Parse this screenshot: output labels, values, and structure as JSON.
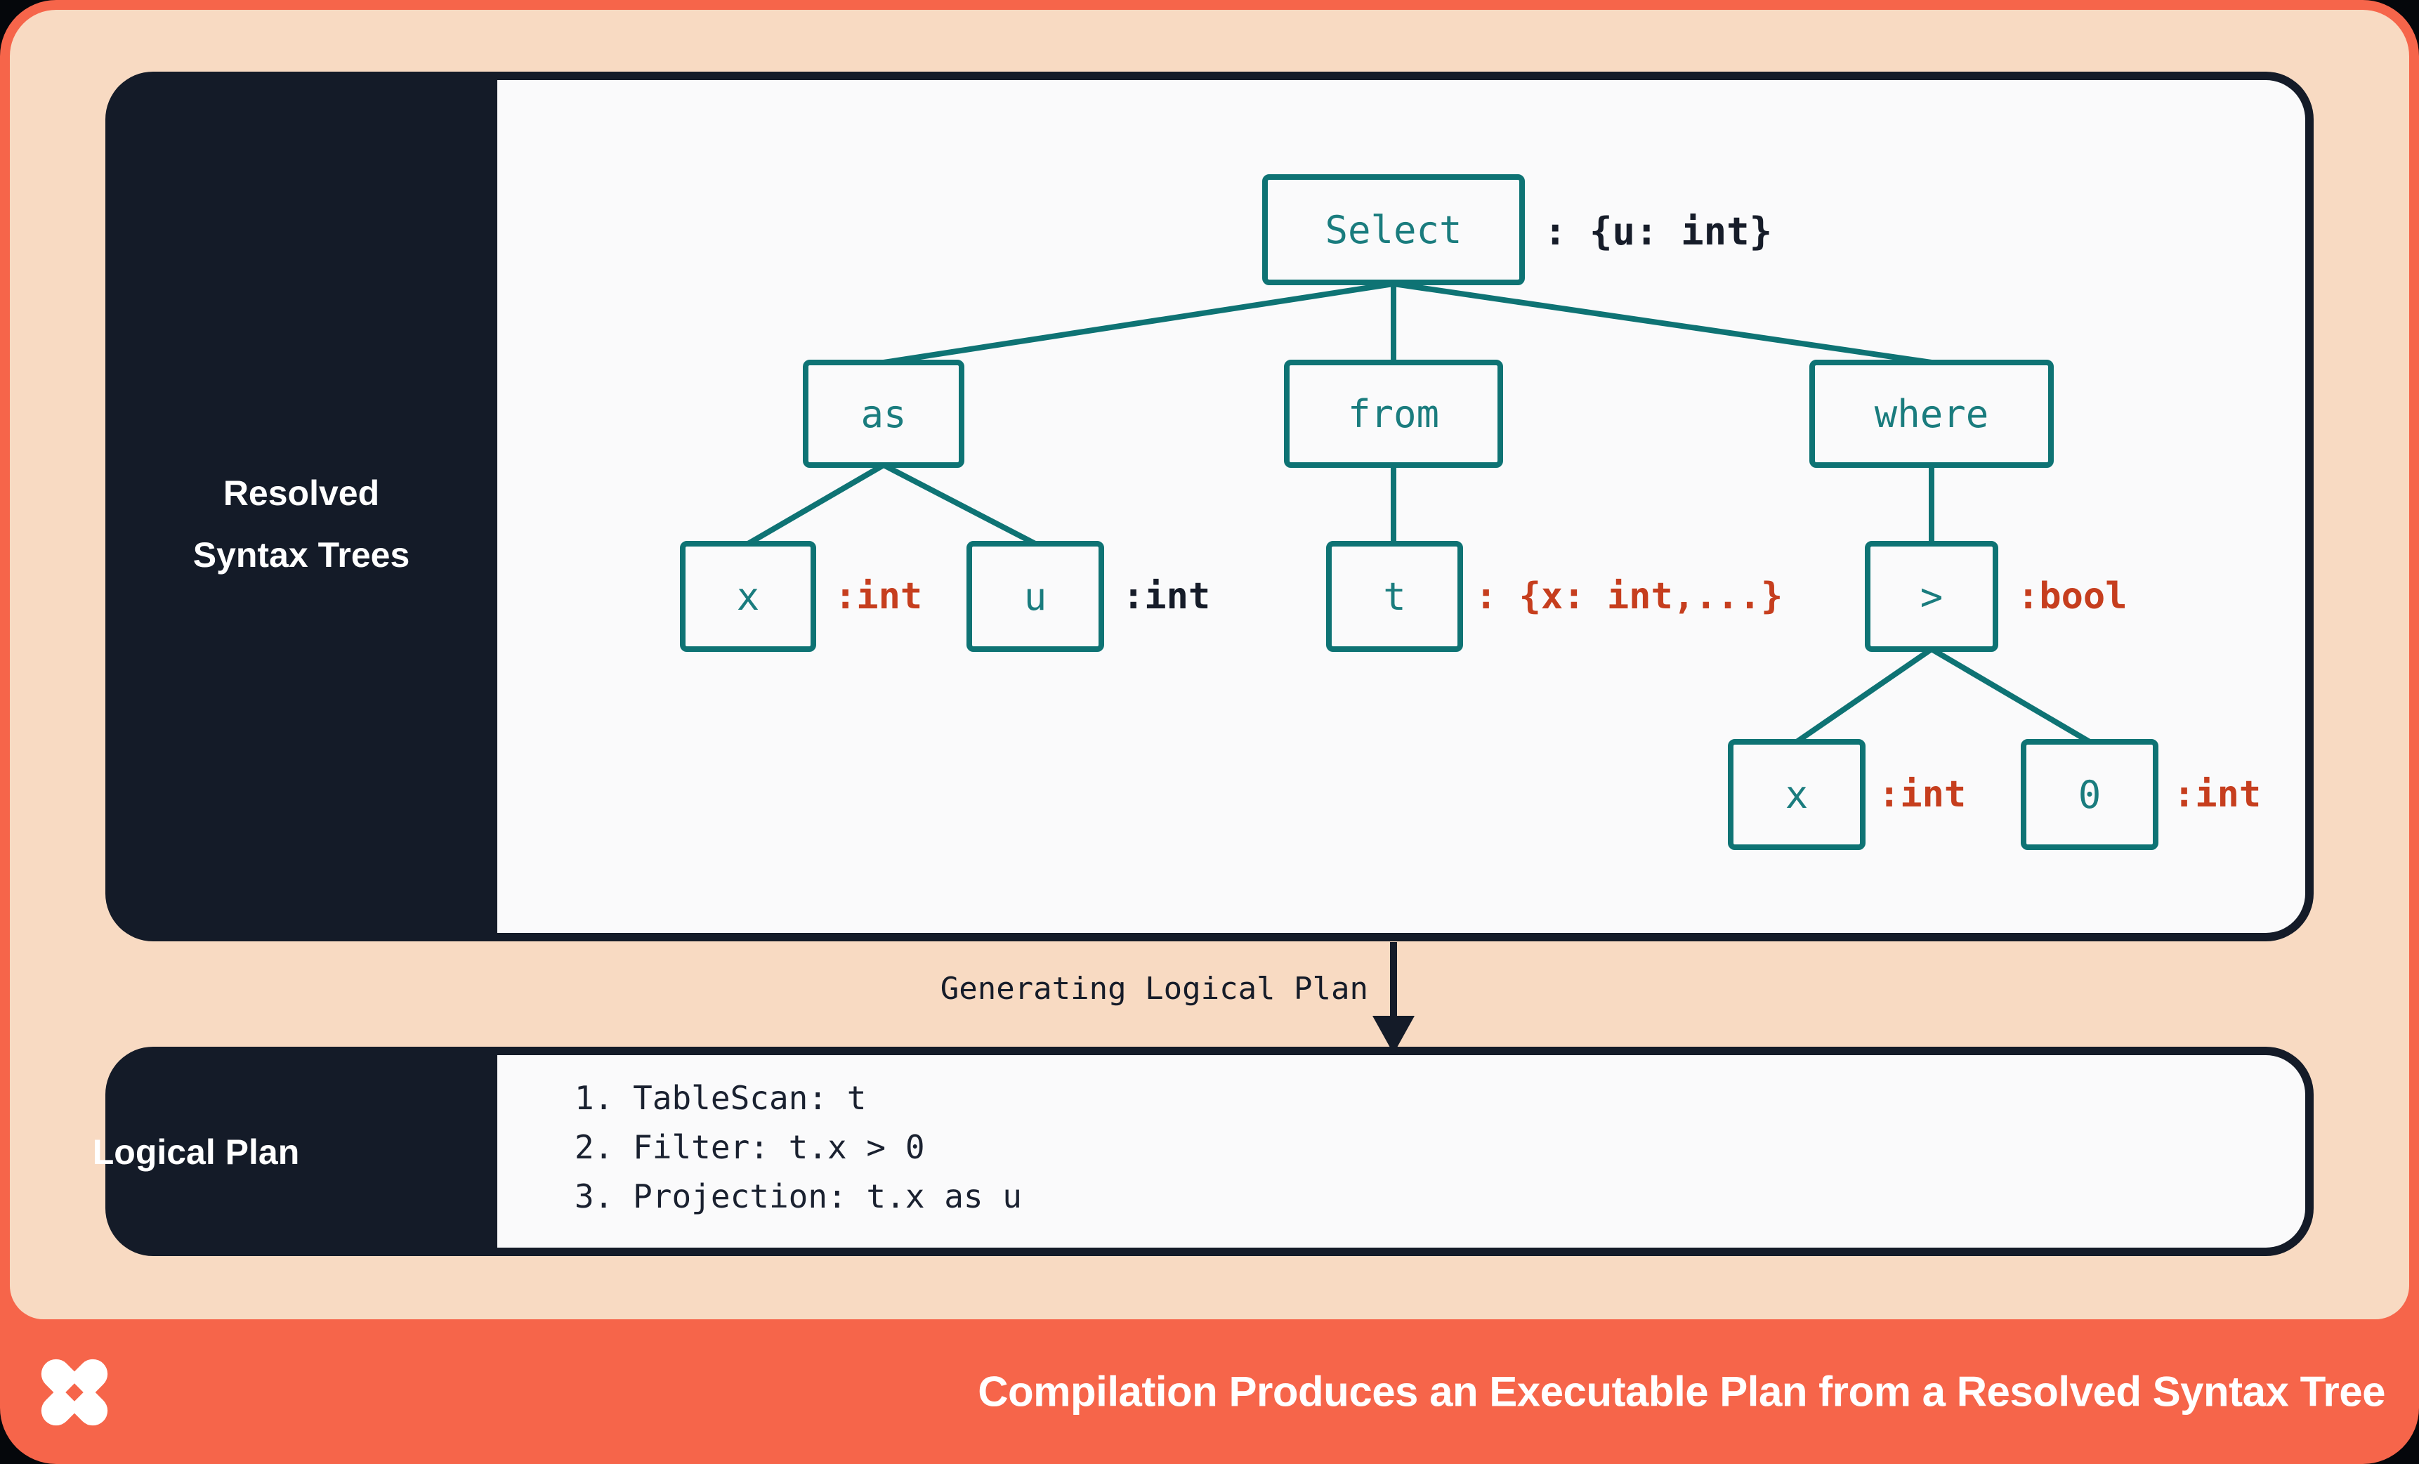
{
  "colors": {
    "coral": "#F6654A",
    "peach": "#F8DAC2",
    "navy": "#141B28",
    "paper": "#FAFAFB",
    "teal": "#0E7374",
    "red": "#C63E1E",
    "white": "#FFFFFF"
  },
  "rst": {
    "title": "Resolved Syntax Trees",
    "nodes": {
      "select": {
        "label": "Select",
        "annotation": ": {u: int}"
      },
      "as": {
        "label": "as"
      },
      "from": {
        "label": "from"
      },
      "where": {
        "label": "where"
      },
      "x1": {
        "label": "x",
        "annotation": ":int"
      },
      "u": {
        "label": "u",
        "annotation": ":int"
      },
      "t": {
        "label": "t",
        "annotation": ": {x: int,...}"
      },
      "gt": {
        "label": ">",
        "annotation": ":bool"
      },
      "x2": {
        "label": "x",
        "annotation": ":int"
      },
      "zero": {
        "label": "0",
        "annotation": ":int"
      }
    }
  },
  "transition": {
    "label": "Generating Logical Plan"
  },
  "plan": {
    "title": "Logical Plan",
    "steps": [
      "TableScan: t",
      "Filter: t.x > 0",
      "Projection: t.x as u"
    ]
  },
  "footer": {
    "title": "Compilation Produces an Executable Plan from a Resolved Syntax Tree"
  }
}
